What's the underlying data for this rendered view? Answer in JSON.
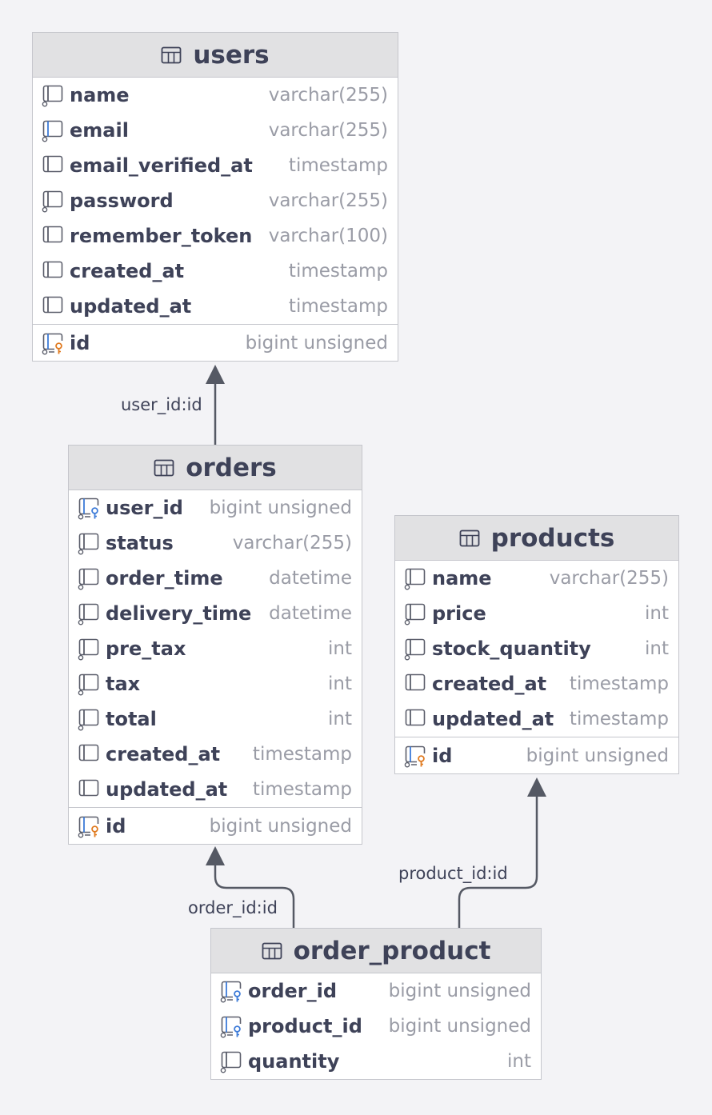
{
  "relations": [
    {
      "label": "user_id:id"
    },
    {
      "label": "order_id:id"
    },
    {
      "label": "product_id:id"
    }
  ],
  "tables": {
    "users": {
      "title": "users",
      "columns": [
        {
          "name": "name",
          "type": "varchar(255)",
          "icon": "column-not-null-icon"
        },
        {
          "name": "email",
          "type": "varchar(255)",
          "icon": "column-unique-icon"
        },
        {
          "name": "email_verified_at",
          "type": "timestamp",
          "icon": "column-icon"
        },
        {
          "name": "password",
          "type": "varchar(255)",
          "icon": "column-not-null-icon"
        },
        {
          "name": "remember_token",
          "type": "varchar(100)",
          "icon": "column-icon"
        },
        {
          "name": "created_at",
          "type": "timestamp",
          "icon": "column-icon"
        },
        {
          "name": "updated_at",
          "type": "timestamp",
          "icon": "column-icon"
        }
      ],
      "pk": {
        "name": "id",
        "type": "bigint unsigned",
        "icon": "primary-key-icon"
      }
    },
    "orders": {
      "title": "orders",
      "columns": [
        {
          "name": "user_id",
          "type": "bigint unsigned",
          "icon": "foreign-key-icon"
        },
        {
          "name": "status",
          "type": "varchar(255)",
          "icon": "column-not-null-icon"
        },
        {
          "name": "order_time",
          "type": "datetime",
          "icon": "column-not-null-icon"
        },
        {
          "name": "delivery_time",
          "type": "datetime",
          "icon": "column-not-null-icon"
        },
        {
          "name": "pre_tax",
          "type": "int",
          "icon": "column-not-null-icon"
        },
        {
          "name": "tax",
          "type": "int",
          "icon": "column-not-null-icon"
        },
        {
          "name": "total",
          "type": "int",
          "icon": "column-not-null-icon"
        },
        {
          "name": "created_at",
          "type": "timestamp",
          "icon": "column-icon"
        },
        {
          "name": "updated_at",
          "type": "timestamp",
          "icon": "column-icon"
        }
      ],
      "pk": {
        "name": "id",
        "type": "bigint unsigned",
        "icon": "primary-key-icon"
      }
    },
    "products": {
      "title": "products",
      "columns": [
        {
          "name": "name",
          "type": "varchar(255)",
          "icon": "column-not-null-icon"
        },
        {
          "name": "price",
          "type": "int",
          "icon": "column-not-null-icon"
        },
        {
          "name": "stock_quantity",
          "type": "int",
          "icon": "column-not-null-icon"
        },
        {
          "name": "created_at",
          "type": "timestamp",
          "icon": "column-icon"
        },
        {
          "name": "updated_at",
          "type": "timestamp",
          "icon": "column-icon"
        }
      ],
      "pk": {
        "name": "id",
        "type": "bigint unsigned",
        "icon": "primary-key-icon"
      }
    },
    "order_product": {
      "title": "order_product",
      "columns": [
        {
          "name": "order_id",
          "type": "bigint unsigned",
          "icon": "foreign-key-icon"
        },
        {
          "name": "product_id",
          "type": "bigint unsigned",
          "icon": "foreign-key-icon"
        },
        {
          "name": "quantity",
          "type": "int",
          "icon": "column-not-null-icon"
        }
      ]
    }
  },
  "colors": {
    "text": "#3e4258",
    "type_text": "#9a9ca6",
    "header_bg": "#e1e1e3",
    "border": "#c5c6cc",
    "canvas": "#f3f3f6",
    "fk_key": "#3d7bd8",
    "pk_key": "#e07a1f",
    "unique_bar": "#3d7bd8",
    "arrow": "#555964"
  }
}
